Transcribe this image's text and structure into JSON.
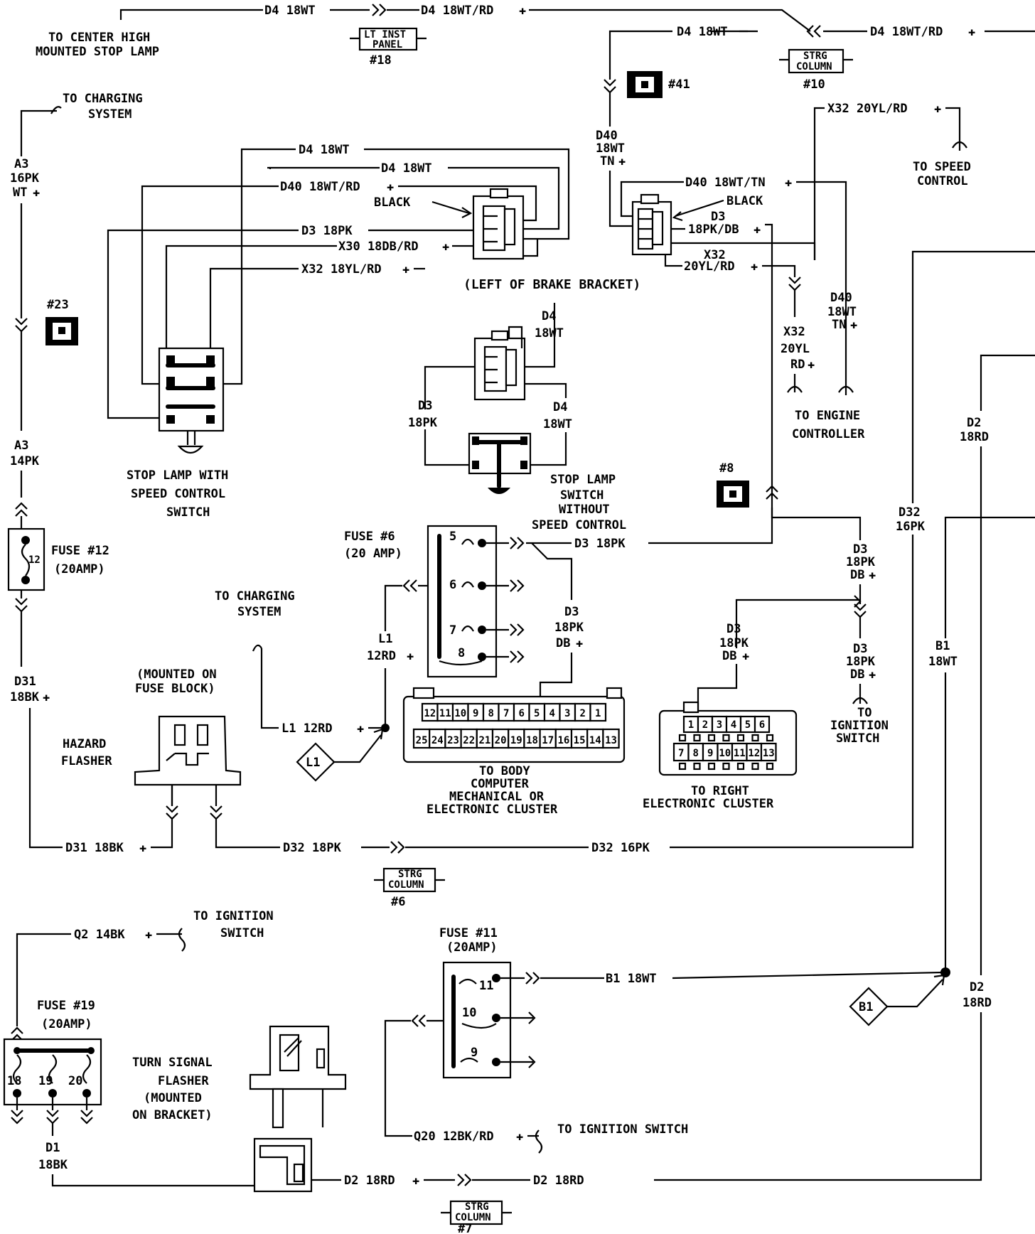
{
  "wires": {
    "d4_top": "D4  18WT",
    "d4_top_rd": "D4  18WT/RD",
    "d4_right_wt": "D4  18WT",
    "d4_right_rd": "D4  18WT/RD",
    "x32_top": "X32 20YL/RD",
    "d4_sw1": "D4  18WT",
    "d4_sw2": "D4  18WT",
    "d40_sw": "D40  18WT/RD",
    "d3_sw": "D3  18PK",
    "x30_sw": "X30  18DB/RD",
    "x32_sw": "X32  18YL/RD",
    "d40_v1": "D40",
    "d40_v2": "18WT",
    "d40_v3": "TN",
    "d40_conn": "D40  18WT/TN",
    "d3_conn1": "D3",
    "d3_conn2": "18PK/DB",
    "x32_conn1": "X32",
    "x32_conn2": "20YL/RD",
    "x32_v1": "X32",
    "x32_v2": "20YL",
    "x32_v3": "RD",
    "d40_rv1": "D40",
    "d40_rv2": "18WT",
    "d40_rv3": "TN",
    "a3_top1": "A3",
    "a3_top2": "16PK",
    "a3_top3": "WT",
    "a3_bot1": "A3",
    "a3_bot2": "14PK",
    "d31_v1": "D31",
    "d31_v2": "18BK",
    "d31_h": "D31  18BK",
    "d32_h1": "D32  18PK",
    "d32_h2": "D32  16PK",
    "d32_v1": "D32",
    "d32_v2": "16PK",
    "d2_v1": "D2",
    "d2_v2": "18RD",
    "d2_lv1": "D2",
    "d2_lv2": "18RD",
    "d2_h1": "D2  18RD",
    "d2_h2": "D2  18RD",
    "d4_ns1": "D4",
    "d4_ns2": "18WT",
    "d4_ns3": "D4",
    "d4_ns4": "18WT",
    "d3_ns1": "D3",
    "d3_ns2": "18PK",
    "d3_f6": "D3  18PK",
    "d3_r1": "D3",
    "d3_r2": "18PK",
    "d3_r3": "DB",
    "d3_f1": "D3",
    "d3_f2": "18PK",
    "d3_f3": "DB",
    "d3_c1": "D3",
    "d3_c2": "18PK",
    "d3_c3": "DB",
    "d3_i1": "D3",
    "d3_i2": "18PK",
    "d3_i3": "DB",
    "l1_v1": "L1",
    "l1_v2": "12RD",
    "l1_h": "L1  12RD",
    "b1_v1": "B1",
    "b1_v2": "18WT",
    "b1_h": "B1  18WT",
    "q2_h": "Q2  14BK",
    "q20_h": "Q20  12BK/RD",
    "d1_v1": "D1",
    "d1_v2": "18BK"
  },
  "labels": {
    "to_chmsl_1": "TO CENTER HIGH",
    "to_chmsl_2": "MOUNTED STOP LAMP",
    "to_charging_1": "TO CHARGING",
    "to_charging_2": "SYSTEM",
    "to_charging_b1": "TO CHARGING",
    "to_charging_b2": "SYSTEM",
    "to_speed_1": "TO SPEED",
    "to_speed_2": "CONTROL",
    "to_engine_1": "TO ENGINE",
    "to_engine_2": "CONTROLLER",
    "black_1": "BLACK",
    "black_2": "BLACK",
    "left_brake": "(LEFT OF BRAKE BRACKET)",
    "stop_sc_1": "STOP LAMP WITH",
    "stop_sc_2": "SPEED CONTROL",
    "stop_sc_3": "SWITCH",
    "stop_nsc_1": "STOP LAMP",
    "stop_nsc_2": "SWITCH",
    "stop_nsc_3": "WITHOUT",
    "stop_nsc_4": "SPEED CONTROL",
    "fuse12_1": "FUSE #12",
    "fuse12_2": "(20AMP)",
    "fuse6_1": "FUSE #6",
    "fuse6_2": "(20 AMP)",
    "fuse11_1": "FUSE #11",
    "fuse11_2": "(20AMP)",
    "fuse19_1": "FUSE #19",
    "fuse19_2": "(20AMP)",
    "mounted_fb_1": "(MOUNTED ON",
    "mounted_fb_2": "FUSE BLOCK)",
    "hazard_1": "HAZARD",
    "hazard_2": "FLASHER",
    "body_1": "TO BODY",
    "body_2": "COMPUTER",
    "body_3": "MECHANICAL OR",
    "body_4": "ELECTRONIC CLUSTER",
    "right_1": "TO RIGHT",
    "right_2": "ELECTRONIC CLUSTER",
    "ign_1": "TO",
    "ign_2": "IGNITION",
    "ign_3": "SWITCH",
    "ign_q2_1": "TO IGNITION",
    "ign_q2_2": "SWITCH",
    "ign_q20": "TO IGNITION SWITCH",
    "turn_1": "TURN SIGNAL",
    "turn_2": "FLASHER",
    "turn_3": "(MOUNTED",
    "turn_4": "ON BRACKET)"
  },
  "tags": {
    "lt_inst_1": "LT INST",
    "lt_inst_2": "PANEL",
    "lt_inst_num": "#18",
    "strg10_1": "STRG",
    "strg10_2": "COLUMN",
    "strg10_num": "#10",
    "strg6_1": "STRG",
    "strg6_2": "COLUMN",
    "strg6_num": "#6",
    "strg7_1": "STRG",
    "strg7_2": "COLUMN",
    "strg7_num": "#7",
    "conn41": "#41",
    "conn23": "#23",
    "conn8": "#8",
    "splice_l1": "L1",
    "splice_b1": "B1"
  },
  "fuse_numbers": {
    "f12": "12",
    "f5": "5",
    "f6": "6",
    "f7": "7",
    "f8": "8",
    "f11": "11",
    "f10": "10",
    "f9": "9",
    "f18": "18",
    "f19": "19",
    "f20": "20"
  },
  "body_pins_top": [
    "12",
    "11",
    "10",
    "9",
    "8",
    "7",
    "6",
    "5",
    "4",
    "3",
    "2",
    "1"
  ],
  "body_pins_bottom": [
    "25",
    "24",
    "23",
    "22",
    "21",
    "20",
    "19",
    "18",
    "17",
    "16",
    "15",
    "14",
    "13"
  ],
  "right_pins_top": [
    "1",
    "2",
    "3",
    "4",
    "5",
    "6"
  ],
  "right_pins_bottom": [
    "7",
    "8",
    "9",
    "10",
    "11",
    "12",
    "13"
  ]
}
